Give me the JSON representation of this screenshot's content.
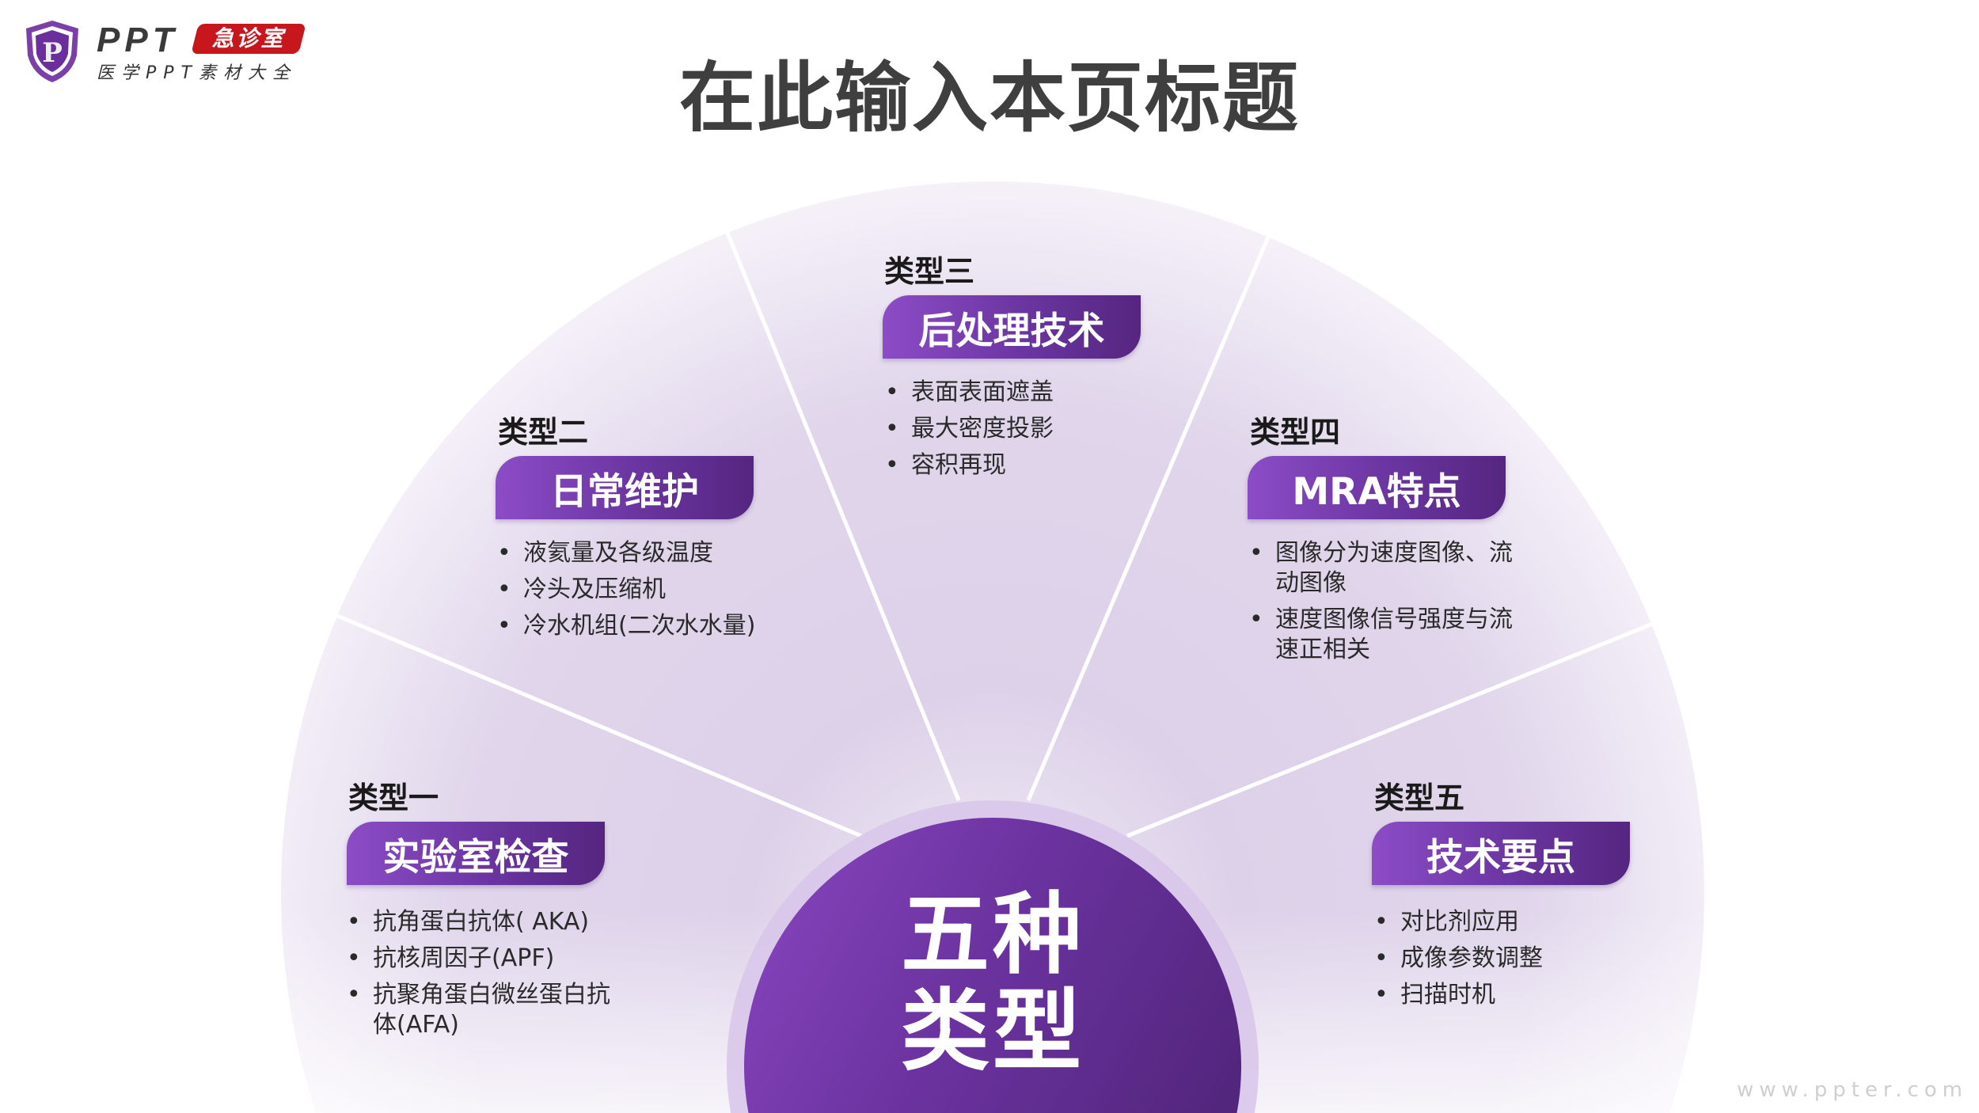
{
  "logo": {
    "shield_letter": "P",
    "brand": "PPT",
    "badge": "急诊室",
    "subtitle": "医学PPT素材大全"
  },
  "title": "在此输入本页标题",
  "center": {
    "line1": "五种",
    "line2": "类型"
  },
  "colors": {
    "accent_light": "#8c4cc6",
    "accent_dark": "#552680",
    "fan_light": "#f3eef7",
    "fan_mid": "#dccfe8",
    "logo_red": "#c8161d"
  },
  "types": [
    {
      "heading": "类型一",
      "label": "实验室检查",
      "bullets": [
        "抗角蛋白抗体( AKA)",
        "抗核周因子(APF)",
        "抗聚角蛋白微丝蛋白抗体(AFA)"
      ]
    },
    {
      "heading": "类型二",
      "label": "日常维护",
      "bullets": [
        "液氦量及各级温度",
        "冷头及压缩机",
        "冷水机组(二次水水量)"
      ]
    },
    {
      "heading": "类型三",
      "label": "后处理技术",
      "bullets": [
        "表面表面遮盖",
        "最大密度投影",
        "容积再现"
      ]
    },
    {
      "heading": "类型四",
      "label": "MRA特点",
      "bullets": [
        "图像分为速度图像、流动图像",
        "速度图像信号强度与流速正相关"
      ]
    },
    {
      "heading": "类型五",
      "label": "技术要点",
      "bullets": [
        "对比剂应用",
        "成像参数调整",
        "扫描时机"
      ]
    }
  ],
  "watermark": "www.ppter.com"
}
